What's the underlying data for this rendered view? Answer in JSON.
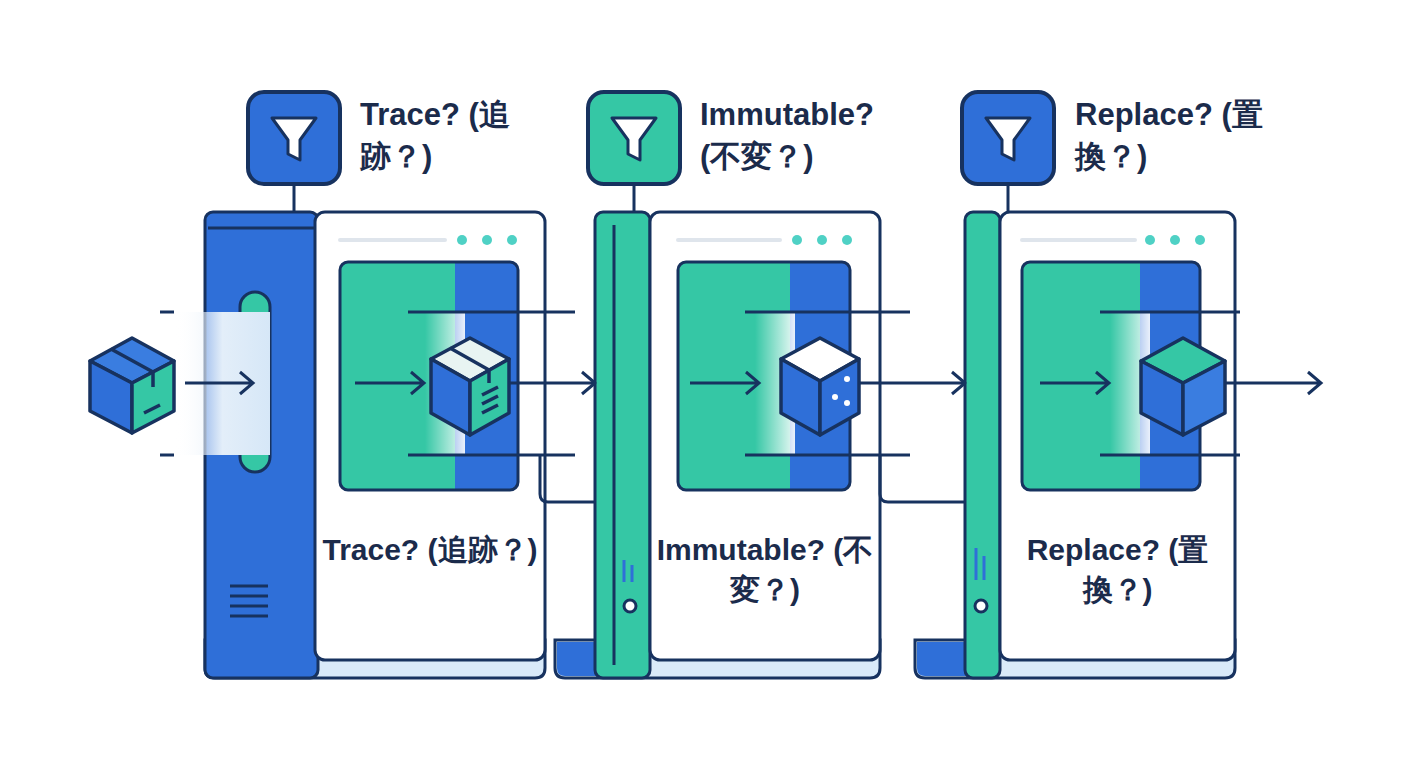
{
  "diagram": {
    "nodes": [
      {
        "text": [
          "Trace? (追跡？)",
          "Trace? (追跡？)"
        ]
      },
      {
        "text": [
          "Immutable? (不変？)",
          "Immutable? (不変？)"
        ]
      },
      {
        "text": [
          "Replace? (置換？)",
          "Replace? (置換？)"
        ]
      }
    ],
    "edges": [
      {
        "from": 0,
        "to": 1,
        "arrow": "to"
      },
      {
        "from": 1,
        "to": 2,
        "arrow": "to"
      }
    ]
  }
}
